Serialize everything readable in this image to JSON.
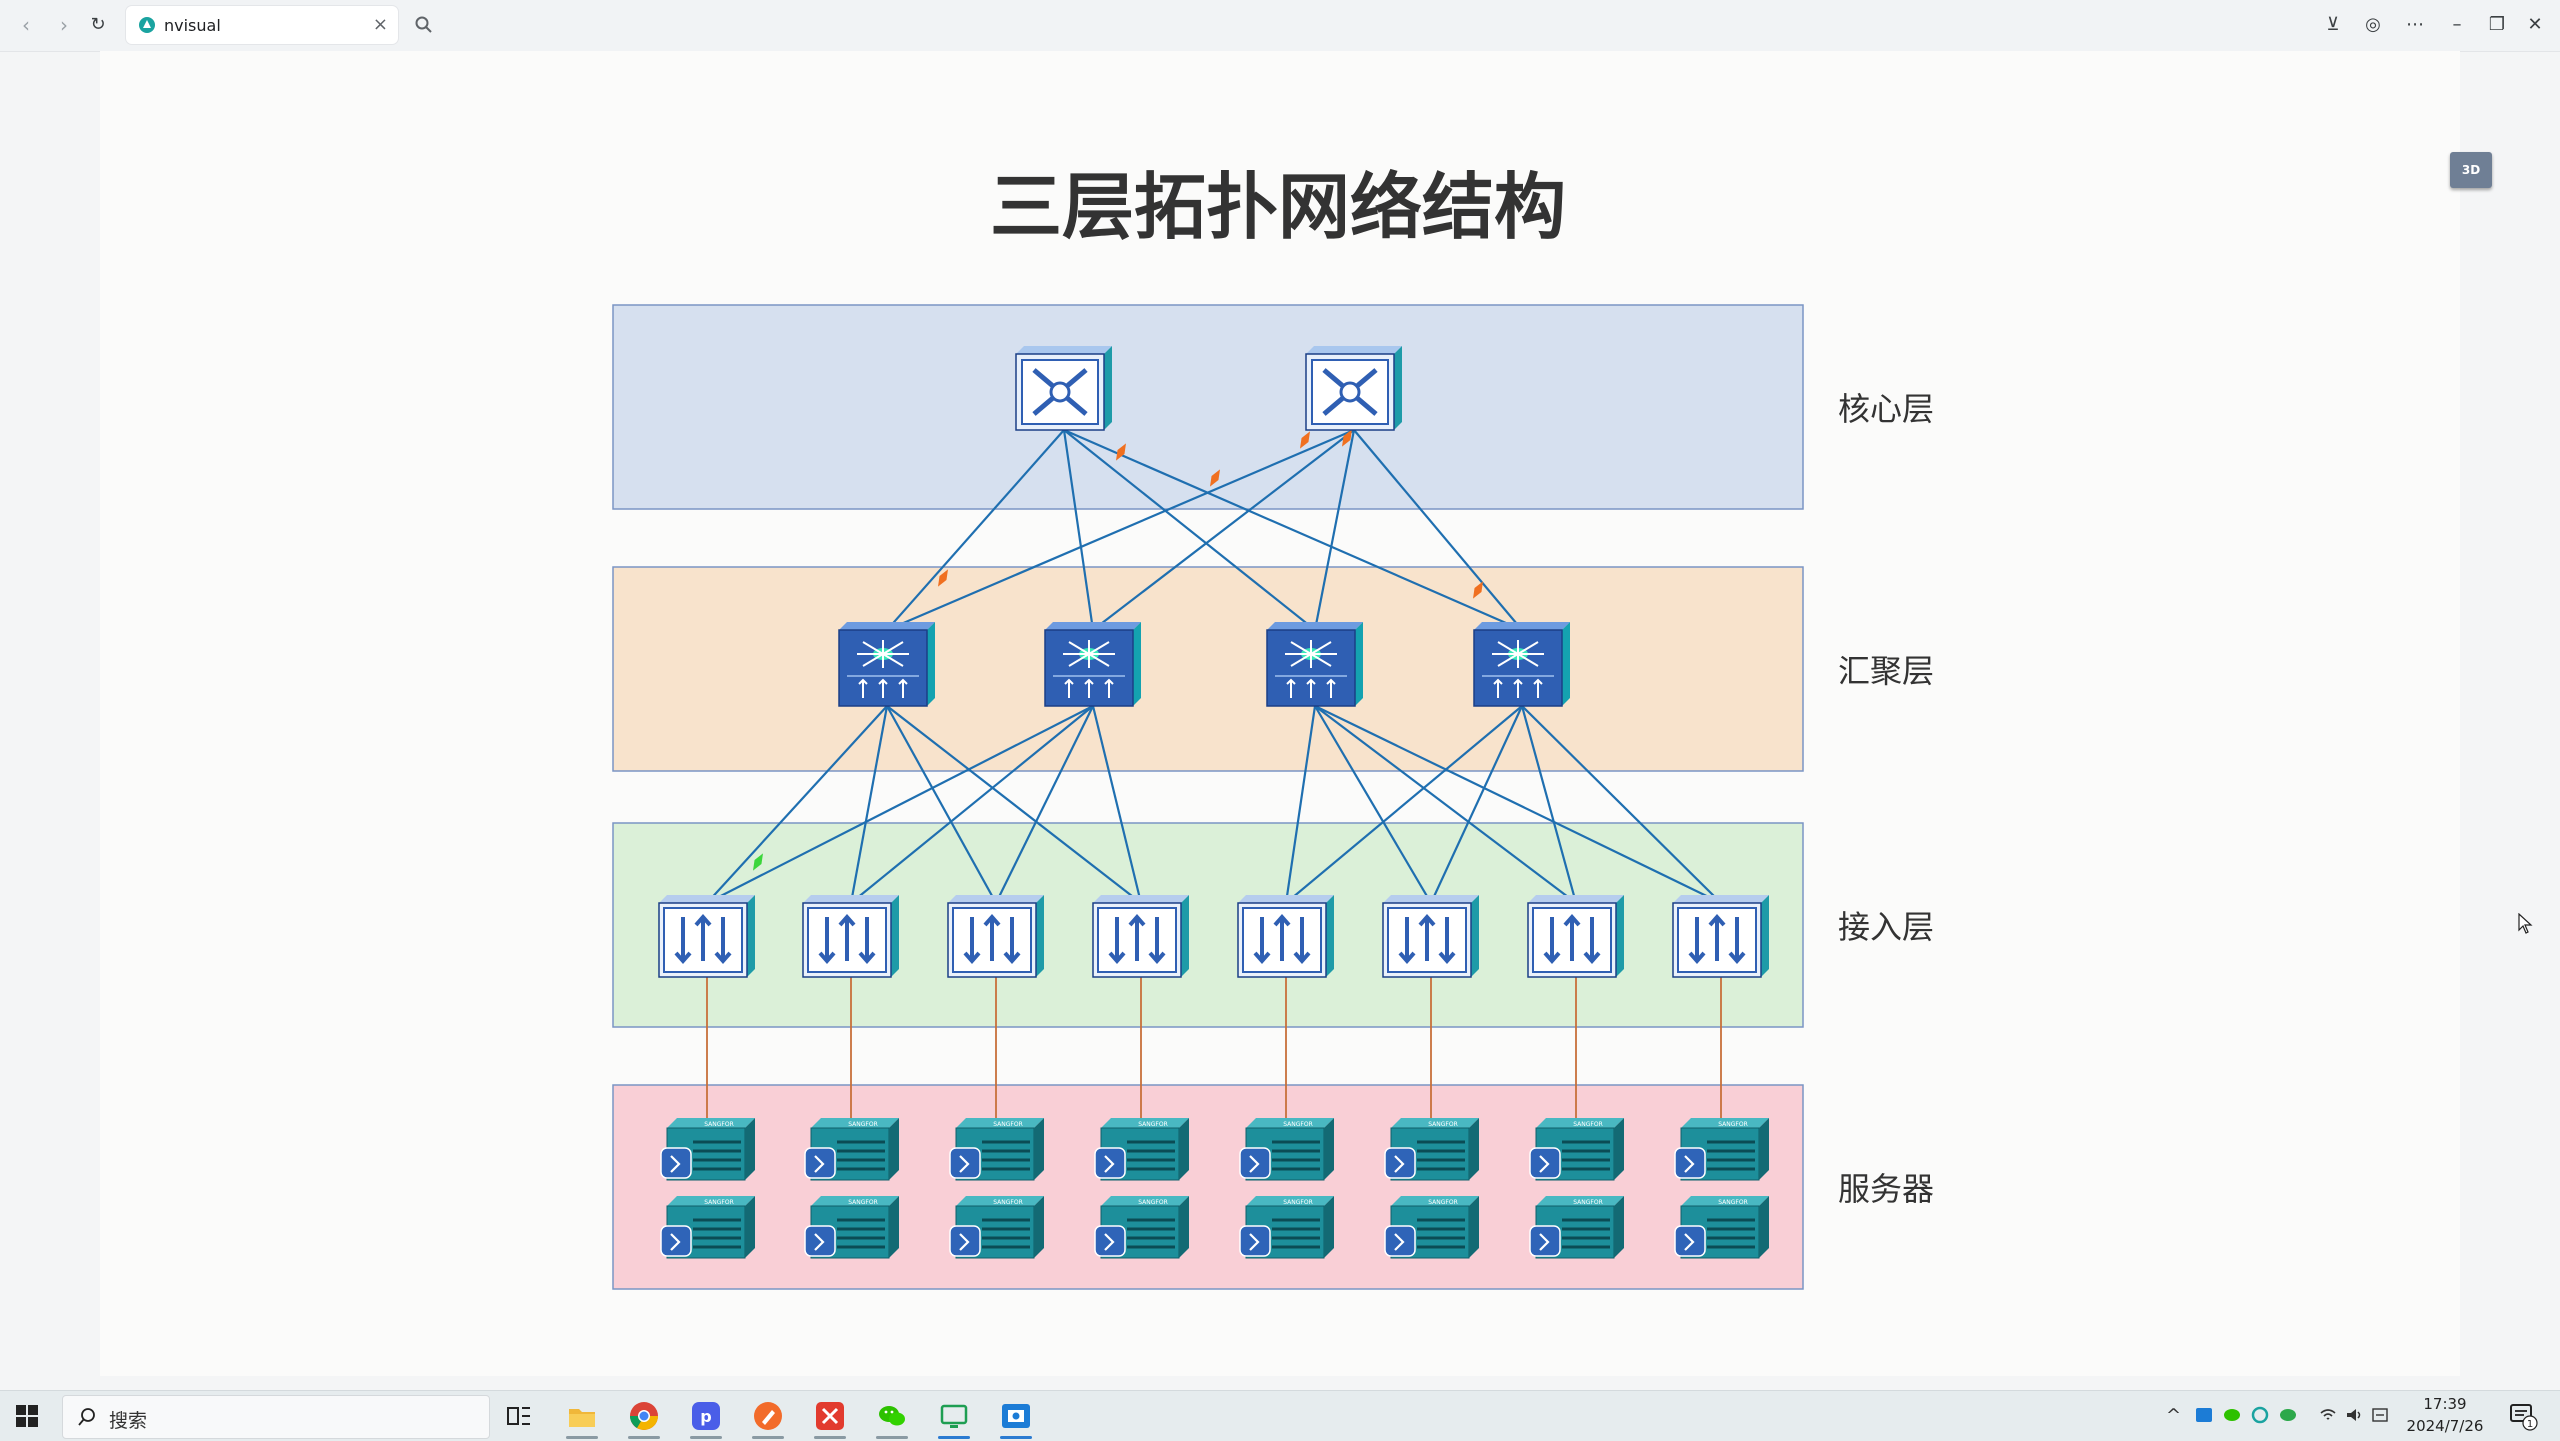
{
  "browser": {
    "tab_title": "nvisual",
    "tab_close": "×"
  },
  "page": {
    "title": "三层拓扑网络结构",
    "view_toggle_label": "3D"
  },
  "layers": [
    {
      "label": "核心层",
      "fill": "#d6e0ef",
      "stroke": "#7b95c4"
    },
    {
      "label": "汇聚层",
      "fill": "#f8e3cc",
      "stroke": "#7b95c4"
    },
    {
      "label": "接入层",
      "fill": "#dbf0d8",
      "stroke": "#7b95c4"
    },
    {
      "label": "服务器",
      "fill": "#f9cfd6",
      "stroke": "#7b95c4"
    }
  ],
  "devices": {
    "core_count": 2,
    "aggregation_count": 4,
    "access_count": 8,
    "server_columns": 8,
    "servers_per_column": 2,
    "server_brand": "SANGFOR"
  },
  "colors": {
    "uplink": "#1f6fb0",
    "server_link": "#c8703a",
    "flow_arrow": "#f07020",
    "flow_arrow_green": "#3bd63b",
    "device_blue": "#2f5fb3",
    "server_teal": "#1d8f9b"
  },
  "taskbar": {
    "search_placeholder": "搜索",
    "time": "17:39",
    "date": "2024/7/26",
    "notification_count": "1"
  }
}
